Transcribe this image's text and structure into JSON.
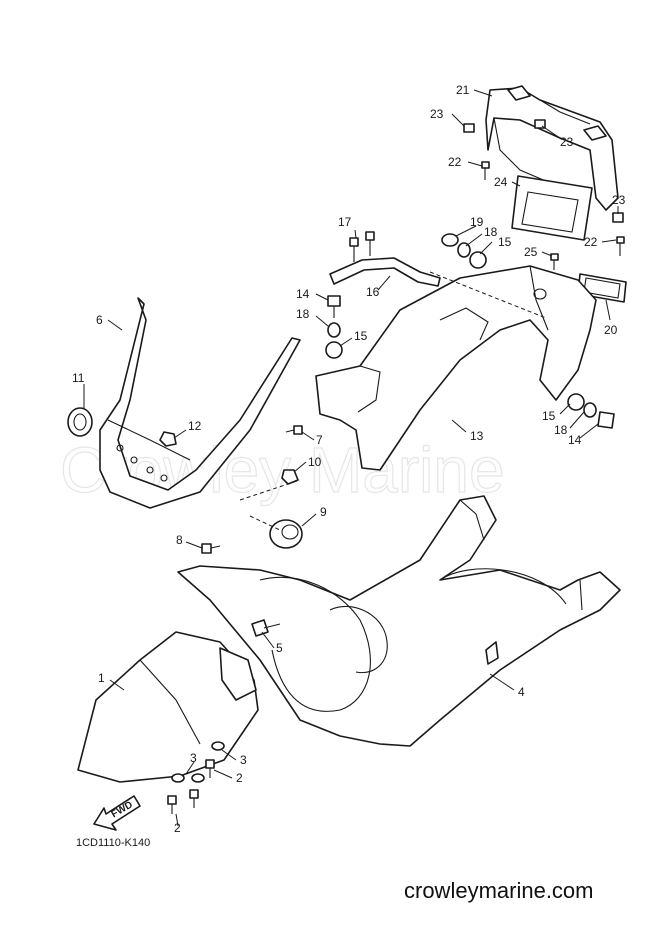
{
  "watermark": "Crowley Marine",
  "diagram_code": "1CD1110-K140",
  "site_url": "crowleymarine.com",
  "fwd_label": "FWD",
  "callouts": {
    "c1": "1",
    "c2a": "2",
    "c2b": "2",
    "c3a": "3",
    "c3b": "3",
    "c4": "4",
    "c5": "5",
    "c6": "6",
    "c7": "7",
    "c8": "8",
    "c9": "9",
    "c10": "10",
    "c11": "11",
    "c12": "12",
    "c13": "13",
    "c14a": "14",
    "c14b": "14",
    "c15a": "15",
    "c15b": "15",
    "c15c": "15",
    "c16": "16",
    "c17": "17",
    "c18a": "18",
    "c18b": "18",
    "c18c": "18",
    "c19": "19",
    "c20": "20",
    "c21": "21",
    "c22a": "22",
    "c22b": "22",
    "c23a": "23",
    "c23b": "23",
    "c23c": "23",
    "c24": "24",
    "c25": "25"
  }
}
